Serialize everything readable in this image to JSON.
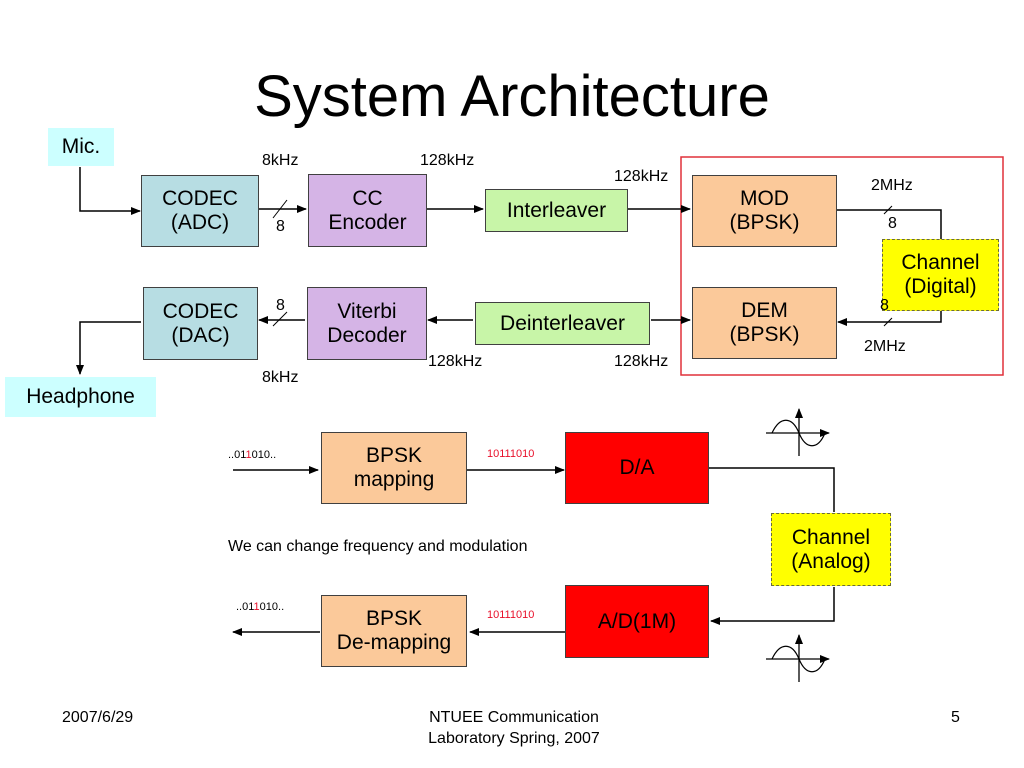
{
  "slide": {
    "title": "System Architecture",
    "footer": {
      "date": "2007/6/29",
      "center_line1": "NTUEE Communication",
      "center_line2": "Laboratory Spring, 2007",
      "page_number": "5"
    }
  },
  "upper_diagram": {
    "mic": "Mic.",
    "headphone": "Headphone",
    "codec_adc": "CODEC\n(ADC)",
    "codec_dac": "CODEC\n(DAC)",
    "cc_encoder": "CC\nEncoder",
    "viterbi_decoder": "Viterbi\nDecoder",
    "interleaver": "Interleaver",
    "deinterleaver": "Deinterleaver",
    "mod": "MOD\n(BPSK)",
    "dem": "DEM\n(BPSK)",
    "channel_digital": "Channel\n(Digital)",
    "labels": {
      "adc_rate": "8kHz",
      "adc_bus_width": "8",
      "encoder_out_rate": "128kHz",
      "interleaver_out_rate": "128kHz",
      "mod_out_rate": "2MHz",
      "mod_bus_width": "8",
      "dem_in_bus_width": "8",
      "dem_in_rate": "2MHz",
      "dem_out_rate": "128kHz",
      "deinterleaver_out_rate": "128kHz",
      "dac_bus_width": "8",
      "dac_rate": "8kHz"
    },
    "colors": {
      "codec": "#b7dde3",
      "encoder": "#d5b4e6",
      "interleaver": "#c8f5a8",
      "modem": "#fbc99a",
      "channel": "#ffff00",
      "io": "#ccffff",
      "boundary": "#e0303a"
    }
  },
  "lower_diagram": {
    "bpsk_mapping": "BPSK\nmapping",
    "bpsk_demapping": "BPSK\nDe-mapping",
    "da": "D/A",
    "ad": "A/D(1M)",
    "channel_analog": "Channel\n(Analog)",
    "note": "We can change frequency and modulation",
    "input_bits": {
      "prefix": "..01",
      "highlight": "1",
      "suffix": "010.."
    },
    "output_bits": {
      "prefix": "..01",
      "highlight": "1",
      "suffix": "010.."
    },
    "mapped_bits_tx": "10111010",
    "mapped_bits_rx": "10111010",
    "colors": {
      "converter": "#ff0000",
      "bits_highlight": "#e8102a"
    }
  }
}
